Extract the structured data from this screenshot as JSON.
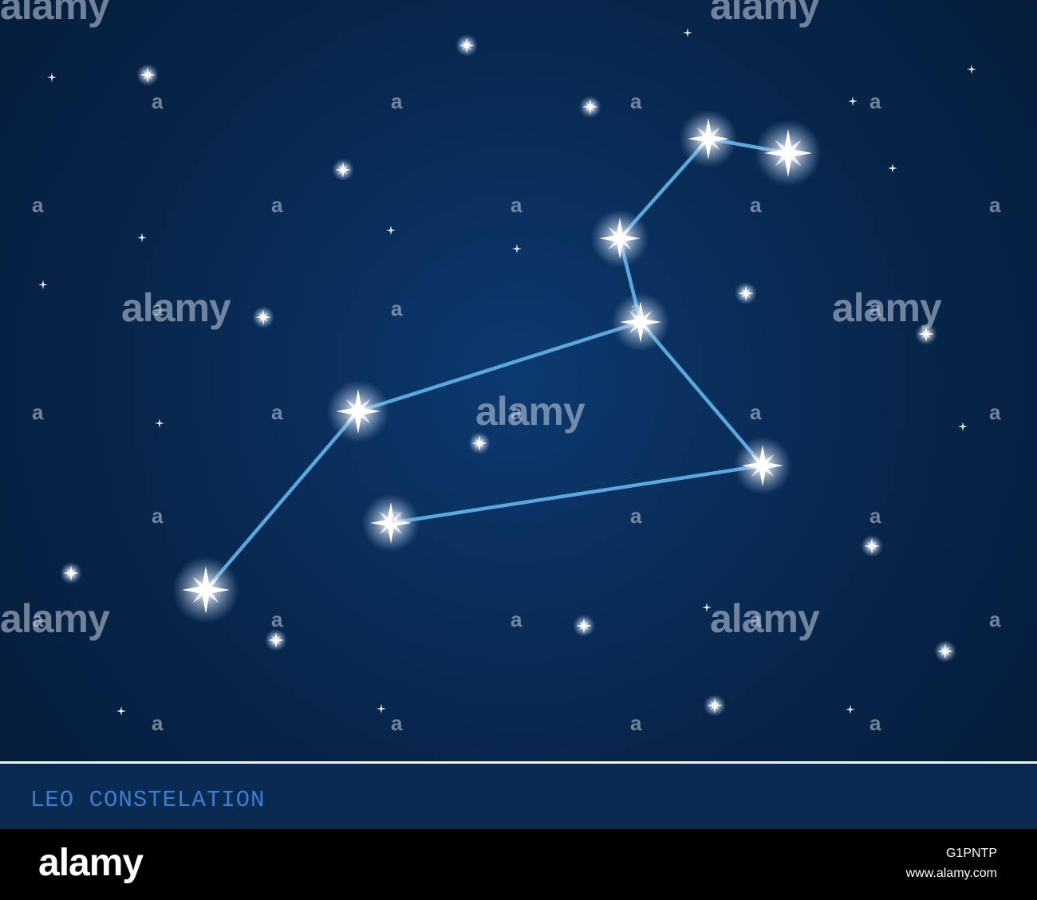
{
  "caption": "LEO CONSTELATION",
  "watermark": {
    "big": "alamy",
    "small": "a"
  },
  "footer": {
    "logo": "alamy",
    "image_id": "G1PNTP",
    "url": "www.alamy.com"
  },
  "colors": {
    "sky": "#072449",
    "line": "#5aa8de",
    "caption": "#3a7fcf",
    "star": "#ffffff"
  },
  "icons": {
    "star": "sparkle-star-icon"
  }
}
